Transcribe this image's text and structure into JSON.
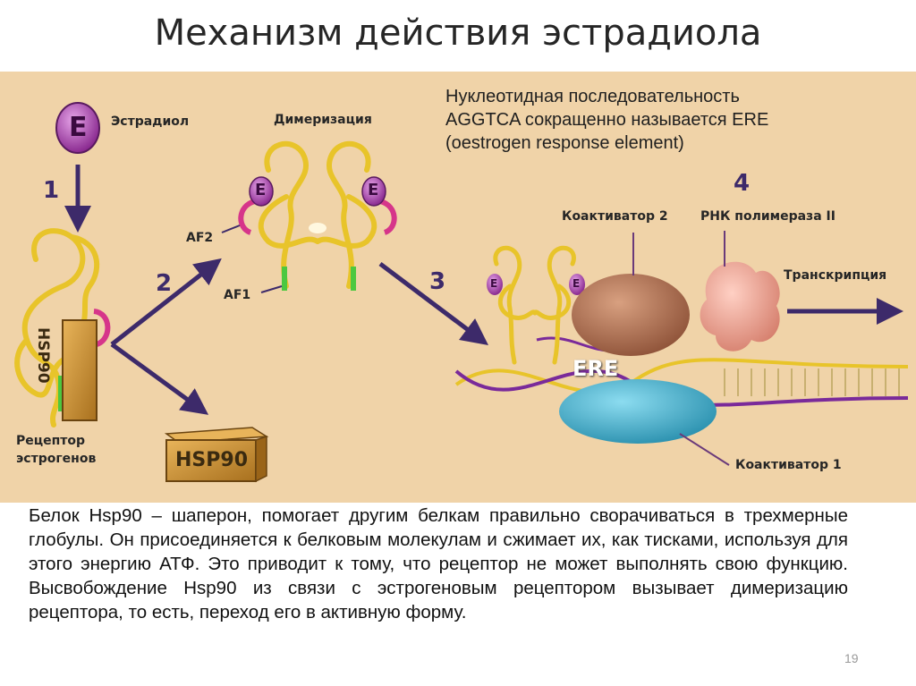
{
  "title": "Механизм действия эстрадиола",
  "note_lines": [
    "Нуклеотидная последовательность",
    "AGGTCA сокращенно называется ERE",
    "(oestrogen response element)"
  ],
  "labels": {
    "estradiol": "Эстрадиол",
    "estradiol_letter": "E",
    "dimerization": "Димеризация",
    "af2": "AF2",
    "af1": "AF1",
    "receptor_line1": "Рецептор",
    "receptor_line2": "эстрогенов",
    "hsp90_bound": "HSP90",
    "hsp90_free": "HSP90",
    "coactivator2": "Коактиватор 2",
    "rna_pol": "РНК полимераза II",
    "transcription": "Транскрипция",
    "ere": "ERE",
    "coactivator1": "Коактиватор 1"
  },
  "steps": [
    "1",
    "2",
    "3",
    "4"
  ],
  "body_text": "Белок Hsp90 – шаперон, помогает другим белкам правильно сворачиваться в трехмерные глобулы. Он присоединяется к белковым молекулам и сжимает их, как тисками, используя для этого энергию АТФ. Это приводит к тому, что рецептор не может выполнять свою функцию. Высвобождение Hsp90 из связи с эстрогеновым рецептором вызывает димеризацию рецептора, то есть, переход его в активную форму.",
  "page_number": "19",
  "colors": {
    "panel": "#f0d3a8",
    "arrow": "#3d2a6a",
    "protein": "#e8c42a",
    "estradiol": "#9b3aa0",
    "hsp90": "#c8902e",
    "coactivator1": "#3aa8c4",
    "coactivator2": "#a86a4e",
    "rna_pol": "#e79a8a"
  }
}
